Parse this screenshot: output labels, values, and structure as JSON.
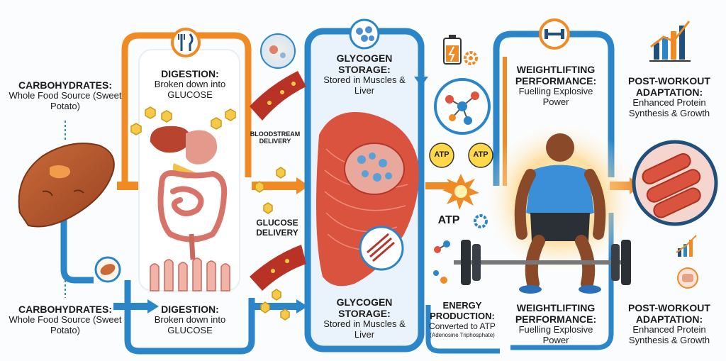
{
  "stages": {
    "carbs_top": {
      "title": "CARBOHYDRATES:",
      "body": "Whole Food Source (Sweet Potato)"
    },
    "carbs_bottom": {
      "title": "CARBOHYDRATES:",
      "body": "Whole Food Source (Sweet Potato)"
    },
    "digestion_top": {
      "title": "DIGESTION:",
      "body": "Broken down into GLUCOSE"
    },
    "digestion_bottom": {
      "title": "DIGESTION:",
      "body": "Broken down into GLUCOSE"
    },
    "bloodstream": {
      "title": "BLOODSTREAM DELIVERY"
    },
    "glucose_delivery": {
      "title": "GLUCOSE DELIVERY"
    },
    "glycogen_top": {
      "title": "GLYCOGEN STORAGE:",
      "body": "Stored in Muscles & Liver"
    },
    "glycogen_bottom": {
      "title": "GLYCOGEN STORAGE:",
      "body": "Stored in Muscles & Liver"
    },
    "atp_badge_1": "ATP",
    "atp_badge_2": "ATP",
    "atp_label": "ATP",
    "energy": {
      "title": "ENERGY PRODUCTION:",
      "body": "Converted to ATP",
      "note": "(Adenosine Triphosphate)"
    },
    "weight_top": {
      "title": "WEIGHTLIFTING PERFORMANCE:",
      "body": "Fuelling Explosive Power"
    },
    "weight_bottom": {
      "title": "WEIGHTLIFTING PERFORMANCE:",
      "body": "Fuelling Explosive Power"
    },
    "post_top": {
      "title": "POST-WORKOUT ADAPTATION:",
      "body": "Enhanced Protein Synthesis & Growth"
    },
    "post_bottom": {
      "title": "POST-WORKOUT ADAPTATION:",
      "body": "Enhanced Protein Synthesis & Growth"
    }
  },
  "colors": {
    "orange": "#f08a24",
    "blue": "#2a86c8",
    "navy": "#1f4f7a",
    "muscle": "#d9533f"
  },
  "icons": [
    "sweet-potato-icon",
    "fork-knife-icon",
    "digestive-system-icon",
    "cell-icon",
    "blood-vessel-icon",
    "glycogen-icon",
    "battery-icon",
    "molecule-icon",
    "explosion-icon",
    "gear-icon",
    "dumbbell-icon",
    "weightlifter-icon",
    "barbell-icon",
    "muscle-fiber-icon",
    "growth-chart-icon",
    "fist-icon"
  ]
}
